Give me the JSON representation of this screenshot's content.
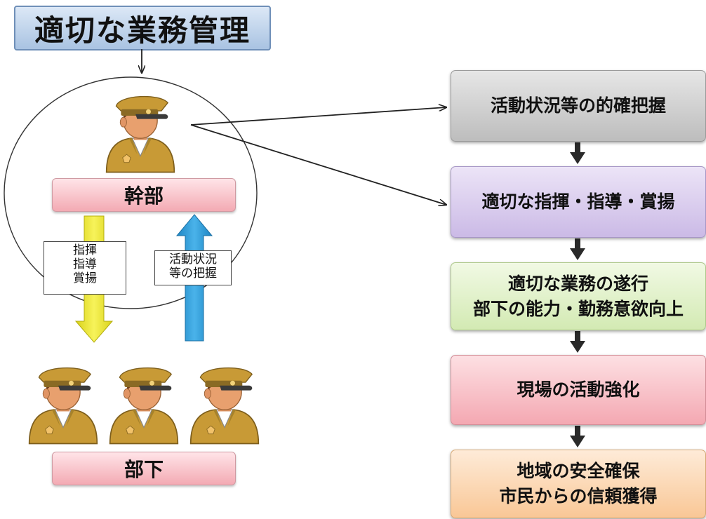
{
  "title": "適切な業務管理",
  "left": {
    "leader_label": "幹部",
    "subordinate_label": "部下",
    "down_arrow_caption": [
      "指揮",
      "指導",
      "賞揚"
    ],
    "up_arrow_caption": [
      "活動状況",
      "等の把握"
    ]
  },
  "flow": [
    {
      "lines": [
        "活動状況等の的確把握"
      ],
      "color": "#c9c9c9"
    },
    {
      "lines": [
        "適切な指揮・指導・賞揚"
      ],
      "color": "#d4c6ea"
    },
    {
      "lines": [
        "適切な業務の遂行",
        "部下の能力・勤務意欲向上"
      ],
      "color": "#ddefc2"
    },
    {
      "lines": [
        "現場の活動強化"
      ],
      "color": "#f7b4bc"
    },
    {
      "lines": [
        "地域の安全確保",
        "市民からの信頼獲得"
      ],
      "color": "#fcd3ae"
    }
  ],
  "colors": {
    "down_arrow": "#f3ef3a",
    "up_arrow": "#2c9ddb",
    "officer_uniform": "#c89a36",
    "officer_skin": "#e8a06e"
  }
}
